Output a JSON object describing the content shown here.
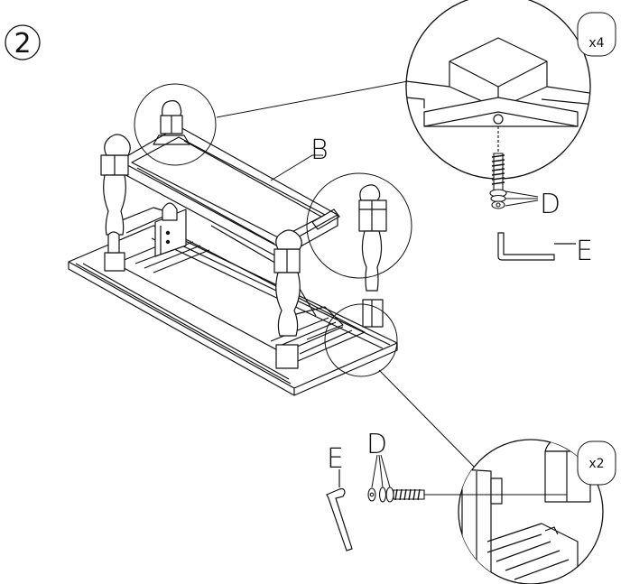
{
  "step": {
    "number": "2"
  },
  "labels": {
    "B": "B",
    "D_top": "D",
    "E_top": "E",
    "D_bottom": "D",
    "E_bottom": "E"
  },
  "callouts": {
    "top_quantity": "x4",
    "bottom_quantity": "x2"
  },
  "colors": {
    "ink": "#111111",
    "paper": "#ffffff"
  }
}
